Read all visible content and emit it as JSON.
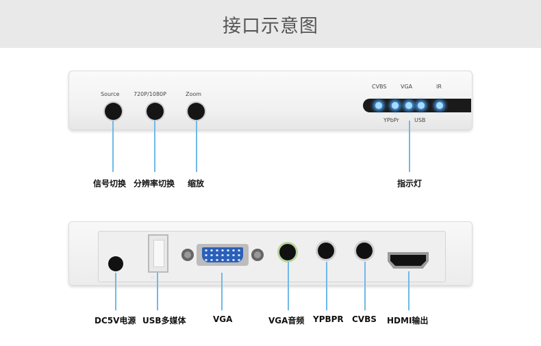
{
  "header": {
    "title": "接口示意图"
  },
  "front": {
    "button_labels": [
      "Source",
      "720P/1080P",
      "Zoom"
    ],
    "led_labels_top": [
      "CVBS",
      "VGA",
      "IR"
    ],
    "led_labels_bottom": [
      "YPbPr",
      "USB"
    ],
    "callouts": [
      "信号切换",
      "分辨率切换",
      "缩放",
      "指示灯"
    ]
  },
  "back": {
    "callouts": [
      "DC5V电源",
      "USB多媒体",
      "VGA",
      "VGA音频",
      "YPBPR",
      "CVBS",
      "HDMI输出"
    ]
  },
  "colors": {
    "leader_line": "#6fb8e8",
    "led_glow": "#4aa8ff",
    "header_bg": "#e9e9e9"
  }
}
